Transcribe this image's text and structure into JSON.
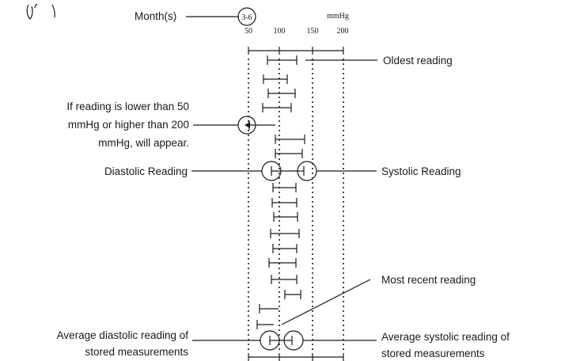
{
  "header": {
    "month_label": "Month(s)",
    "month_value": "3-6",
    "unit": "mmHg",
    "scale_ticks": [
      "50",
      "100",
      "150",
      "200"
    ]
  },
  "labels": {
    "oldest_reading": "Oldest reading",
    "out_of_range_line1": "If reading is lower than 50",
    "out_of_range_line2": "mmHg or higher than 200",
    "out_of_range_line3": "mmHg, will appear.",
    "diastolic_reading": "Diastolic Reading",
    "systolic_reading": "Systolic Reading",
    "most_recent_reading": "Most recent reading",
    "avg_diastolic_line1": "Average diastolic reading of",
    "avg_diastolic_line2": "stored measurements",
    "avg_systolic_line1": "Average systolic reading of",
    "avg_systolic_line2": "stored measurements"
  },
  "icons": {
    "hand_decoration": "hand-gesture-icon"
  }
}
